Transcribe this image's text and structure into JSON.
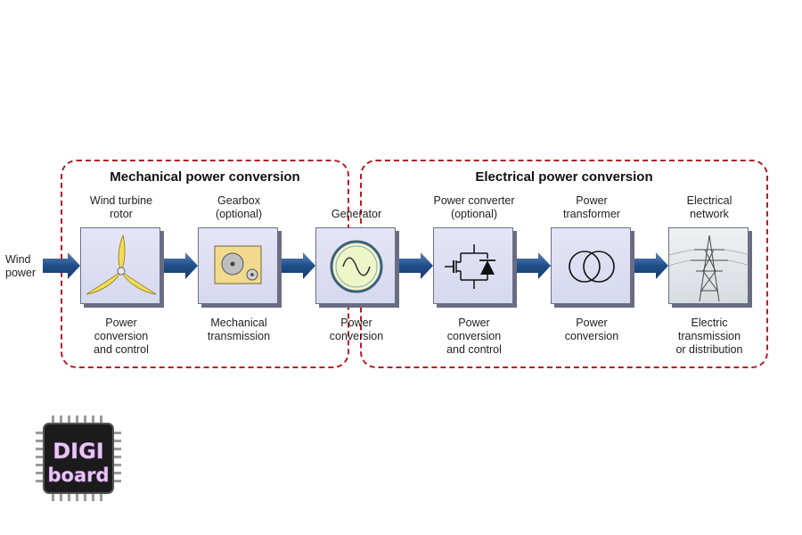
{
  "diagram": {
    "input": {
      "label_line1": "Wind",
      "label_line2": "power"
    },
    "groups": {
      "mechanical": {
        "title": "Mechanical power conversion"
      },
      "electrical": {
        "title": "Electrical power conversion"
      }
    },
    "components": [
      {
        "id": "rotor",
        "title": [
          "Wind turbine",
          "rotor"
        ],
        "function": [
          "Power",
          "conversion",
          "and control"
        ],
        "icon": "wind-turbine-icon"
      },
      {
        "id": "gearbox",
        "title": [
          "Gearbox",
          "(optional)"
        ],
        "function": [
          "Mechanical",
          "transmission"
        ],
        "icon": "gearbox-icon"
      },
      {
        "id": "generator",
        "title": [
          "Generator"
        ],
        "function": [
          "Power",
          "conversion"
        ],
        "icon": "generator-sine-icon"
      },
      {
        "id": "converter",
        "title": [
          "Power converter",
          "(optional)"
        ],
        "function": [
          "Power",
          "conversion",
          "and control"
        ],
        "icon": "igbt-diode-icon"
      },
      {
        "id": "transformer",
        "title": [
          "Power",
          "transformer"
        ],
        "function": [
          "Power",
          "conversion"
        ],
        "icon": "transformer-icon"
      },
      {
        "id": "network",
        "title": [
          "Electrical",
          "network"
        ],
        "function": [
          "Electric",
          "transmission",
          "or distribution"
        ],
        "icon": "pylon-photo-icon"
      }
    ],
    "colors": {
      "dashed_border": "#b51e26",
      "arrow": "#1f4e8a",
      "block_fill": "#dcdef2"
    }
  },
  "logo": {
    "line1": "DIGI",
    "line2": "board"
  }
}
